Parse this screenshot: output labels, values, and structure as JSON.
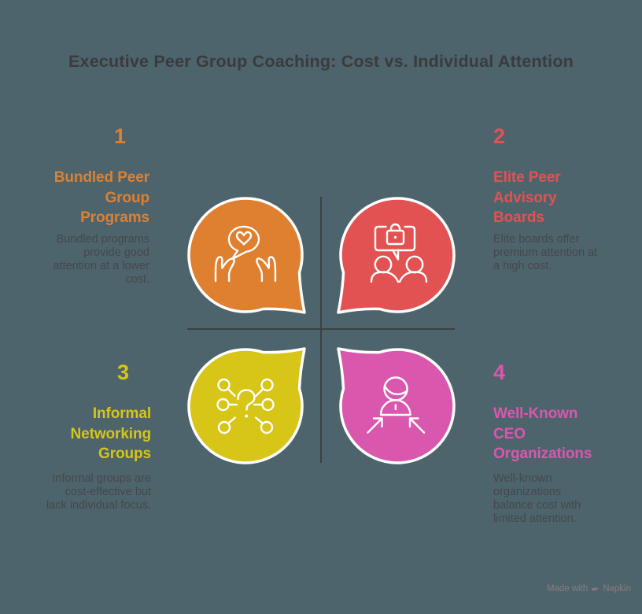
{
  "title": "Executive Peer Group Coaching: Cost vs. Individual Attention",
  "colors": {
    "background": "#4D646C",
    "title": "#3A3B3D",
    "text": "#45484C",
    "divider": "#3C4143",
    "bubble_outline": "#FFFFFF",
    "watermark": "#8E7F80"
  },
  "quadrants": [
    {
      "number": "1",
      "heading": "Bundled Peer\nGroup\nPrograms",
      "description": "Bundled programs\nprovide good\nattention at a lower\ncost.",
      "color": "#DF8030",
      "icon": "hands-heart-icon"
    },
    {
      "number": "2",
      "heading": "Elite Peer\nAdvisory\nBoards",
      "description": "Elite boards offer\npremium attention at\na high cost.",
      "color": "#E25252",
      "icon": "team-lock-icon"
    },
    {
      "number": "3",
      "heading": "Informal\nNetworking\nGroups",
      "description": "Informal groups are\ncost-effective but\nlack individual focus.",
      "color": "#D7C517",
      "icon": "network-question-icon"
    },
    {
      "number": "4",
      "heading": "Well-Known\nCEO\nOrganizations",
      "description": "Well-known\norganizations\nbalance cost with\nlimited attention.",
      "color": "#DA57AE",
      "icon": "person-focus-icon"
    }
  ],
  "watermark": {
    "prefix": "Made with",
    "brand": "Napkin",
    "icon": "pen-nib-icon"
  }
}
